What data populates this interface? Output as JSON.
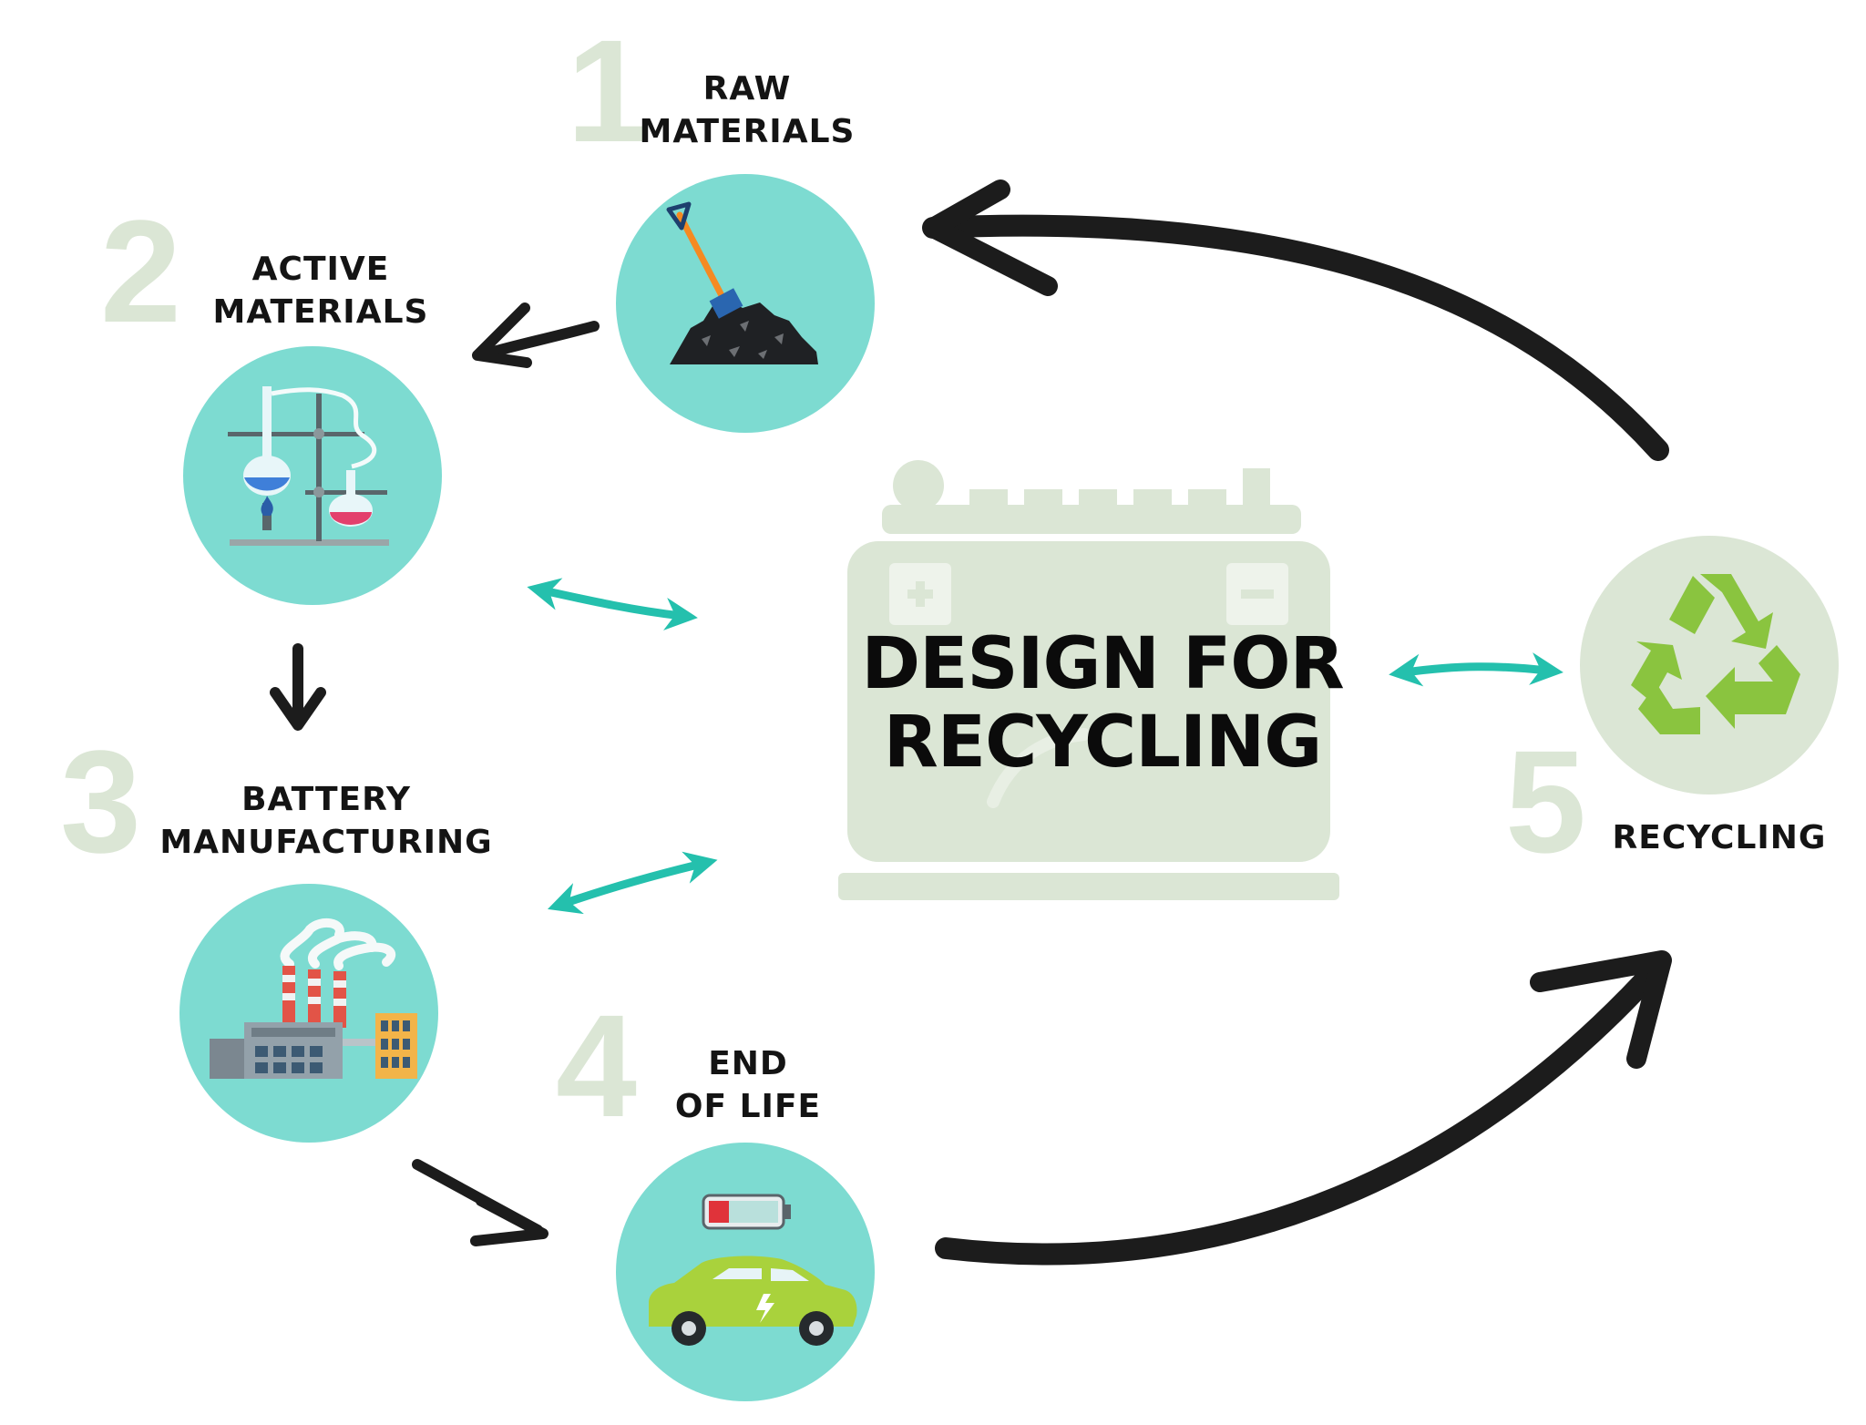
{
  "title": {
    "line1": "DESIGN FOR",
    "line2": "RECYCLING"
  },
  "steps": [
    {
      "number": "1",
      "line1": "RAW",
      "line2": "MATERIALS",
      "icon": "shovel-coal-icon"
    },
    {
      "number": "2",
      "line1": "ACTIVE",
      "line2": "MATERIALS",
      "icon": "laboratory-flask-icon"
    },
    {
      "number": "3",
      "line1": "BATTERY",
      "line2": "MANUFACTURING",
      "icon": "factory-icon"
    },
    {
      "number": "4",
      "line1": "END",
      "line2": "OF LIFE",
      "icon": "electric-car-battery-icon"
    },
    {
      "number": "5",
      "line1": "RECYCLING",
      "line2": "",
      "icon": "recycle-icon"
    }
  ],
  "colors": {
    "circle": "#7ddbd1",
    "pale_green": "#dbe6d5",
    "accent_arrow": "#24c0ad",
    "flow_arrow": "#1c1c1c",
    "recycle_green": "#8ac43f"
  }
}
